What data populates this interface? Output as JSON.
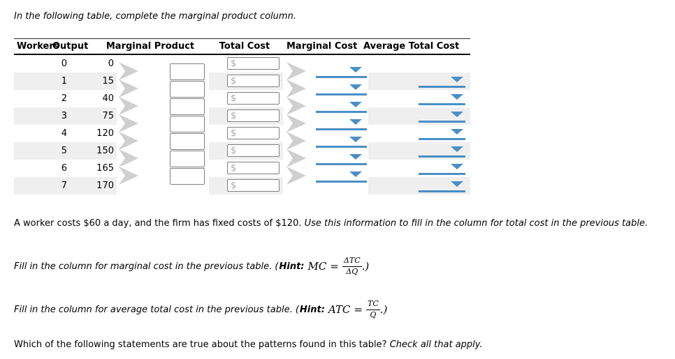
{
  "title": "In the following table, complete the marginal product column.",
  "table": {
    "headers": [
      "Workers",
      "Output",
      "Marginal Product",
      "Total Cost",
      "Marginal Cost",
      "Average Total Cost"
    ],
    "rows": [
      {
        "workers": "0",
        "output": "0"
      },
      {
        "workers": "1",
        "output": "15"
      },
      {
        "workers": "2",
        "output": "40"
      },
      {
        "workers": "3",
        "output": "75"
      },
      {
        "workers": "4",
        "output": "120"
      },
      {
        "workers": "5",
        "output": "150"
      },
      {
        "workers": "6",
        "output": "165"
      },
      {
        "workers": "7",
        "output": "170"
      }
    ],
    "total_cost_placeholder": "$",
    "colors": {
      "dropdown_blue": "#4a8fc6",
      "stripe_grey": "#efefef",
      "chevron_grey": "#cfcfcf",
      "box_border": "#7f7f7f"
    }
  },
  "paragraphs": {
    "p1_normal": "A worker costs $60 a day, and the firm has fixed costs of $120.",
    "p1_italic": "Use this information to fill in the column for total cost in the previous table.",
    "p2_lead": "Fill in the column for marginal cost in the previous table. (",
    "p2_hint": "Hint:",
    "p2_lhs": "MC",
    "p2_eq": "=",
    "p2_num": "ΔTC",
    "p2_den": "ΔQ",
    "p2_close": ".)",
    "p3_lead": "Fill in the column for average total cost in the previous table. (",
    "p3_hint": "Hint:",
    "p3_lhs": "ATC",
    "p3_eq": "=",
    "p3_num": "TC",
    "p3_den": "Q",
    "p3_close": ".)",
    "p4_normal": "Which of the following statements are true about the patterns found in this table?",
    "p4_italic": "Check all that apply."
  }
}
